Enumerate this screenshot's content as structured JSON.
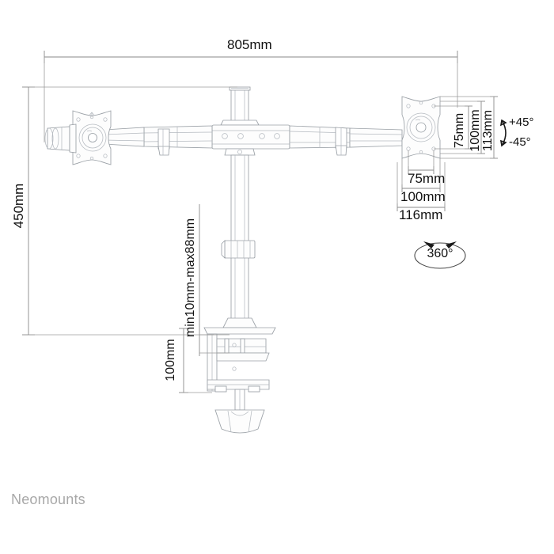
{
  "document": {
    "type": "technical-dimension-drawing",
    "subject": "Dual monitor desk mount with clamp",
    "background_color": "#ffffff",
    "line_color": "#9aa0a6",
    "dimension_line_color": "#8a8a8a",
    "text_color": "#111111"
  },
  "dimensions": {
    "overall_width": "805mm",
    "overall_height": "450mm",
    "clamp_height": "100mm",
    "desk_thickness": "min10mm-max88mm",
    "vesa_height_75": "75mm",
    "vesa_height_100": "100mm",
    "plate_height_113": "113mm",
    "vesa_width_75": "75mm",
    "vesa_width_100": "100mm",
    "plate_width_116": "116mm"
  },
  "symbols": {
    "tilt_up": "+45°",
    "tilt_down": "-45°",
    "rotation": "360°",
    "rotation_unit": "°"
  },
  "brand": {
    "name": "Neomounts"
  }
}
